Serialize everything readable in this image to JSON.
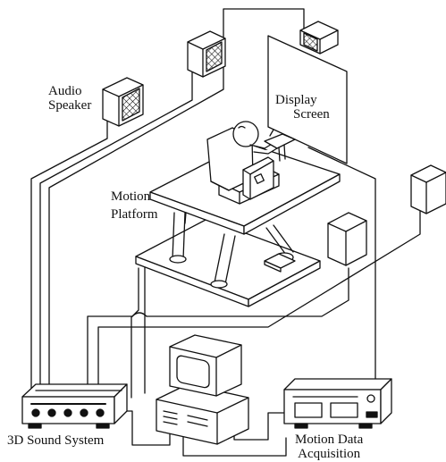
{
  "labels": {
    "audio_speaker": [
      "Audio",
      "Speaker"
    ],
    "display_screen": [
      "Display",
      "Screen"
    ],
    "motion_platform": [
      "Motion",
      "Platform"
    ],
    "sound_system": "3D Sound System",
    "motion_data_acquisition": [
      "Motion Data",
      "Acquisition"
    ]
  },
  "colors": {
    "stroke": "#111111",
    "fill": "#ffffff",
    "grid": "#111111"
  }
}
